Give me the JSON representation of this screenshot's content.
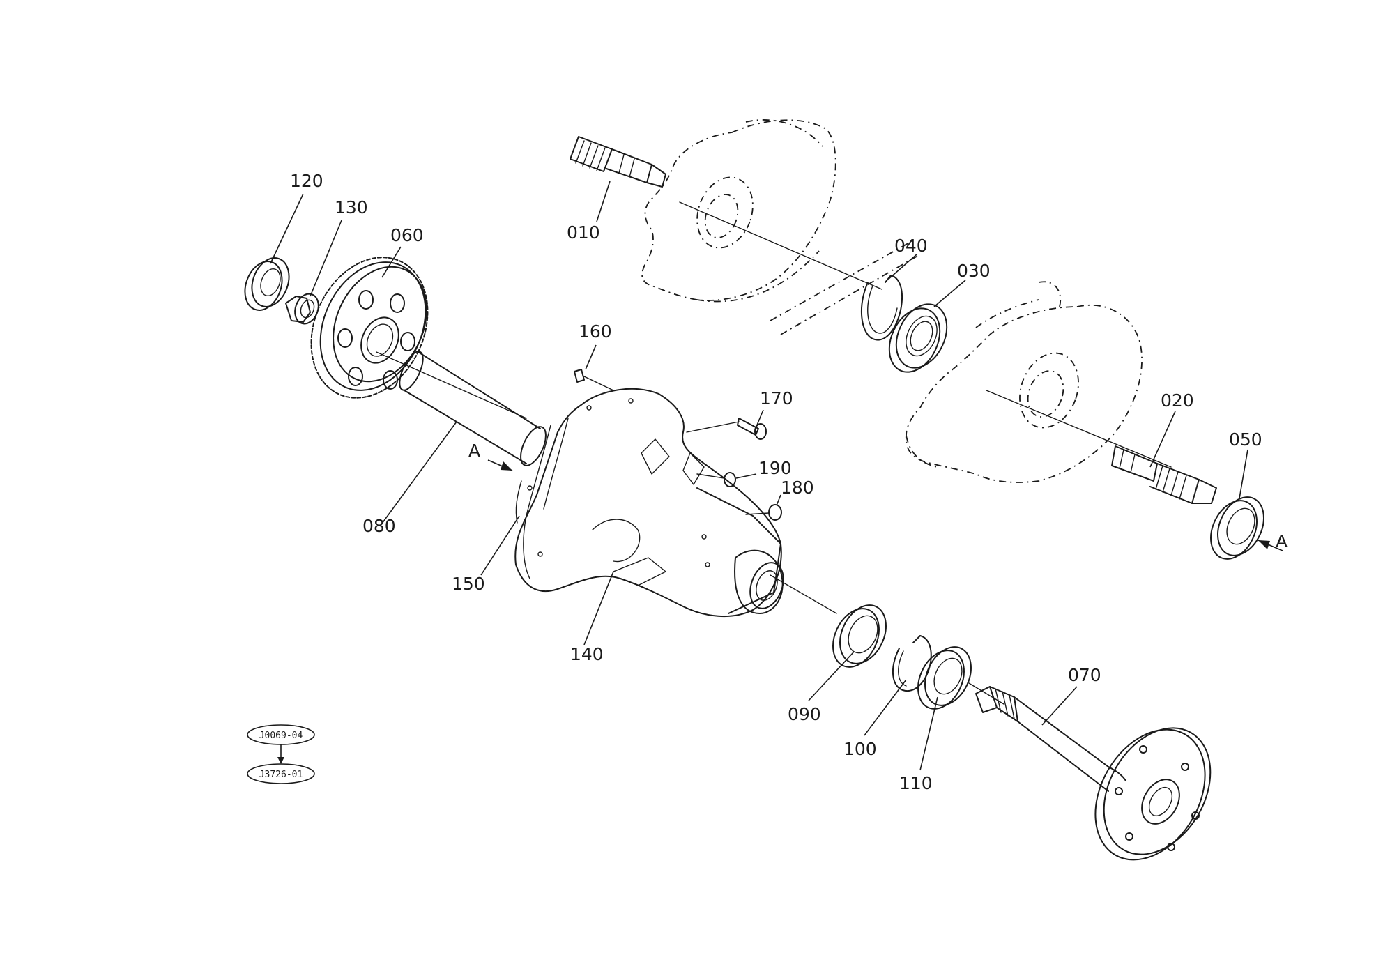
{
  "callouts": {
    "p010": "010",
    "p020": "020",
    "p030": "030",
    "p040": "040",
    "p050": "050",
    "p060": "060",
    "p070": "070",
    "p080": "080",
    "p090": "090",
    "p100": "100",
    "p110": "110",
    "p120": "120",
    "p130": "130",
    "p140": "140",
    "p150": "150",
    "p160": "160",
    "p170": "170",
    "p180": "180",
    "p190": "190"
  },
  "section_marks": {
    "left": "A",
    "right": "A"
  },
  "references": {
    "top": "J0069-04",
    "bottom": "J3726-01"
  }
}
